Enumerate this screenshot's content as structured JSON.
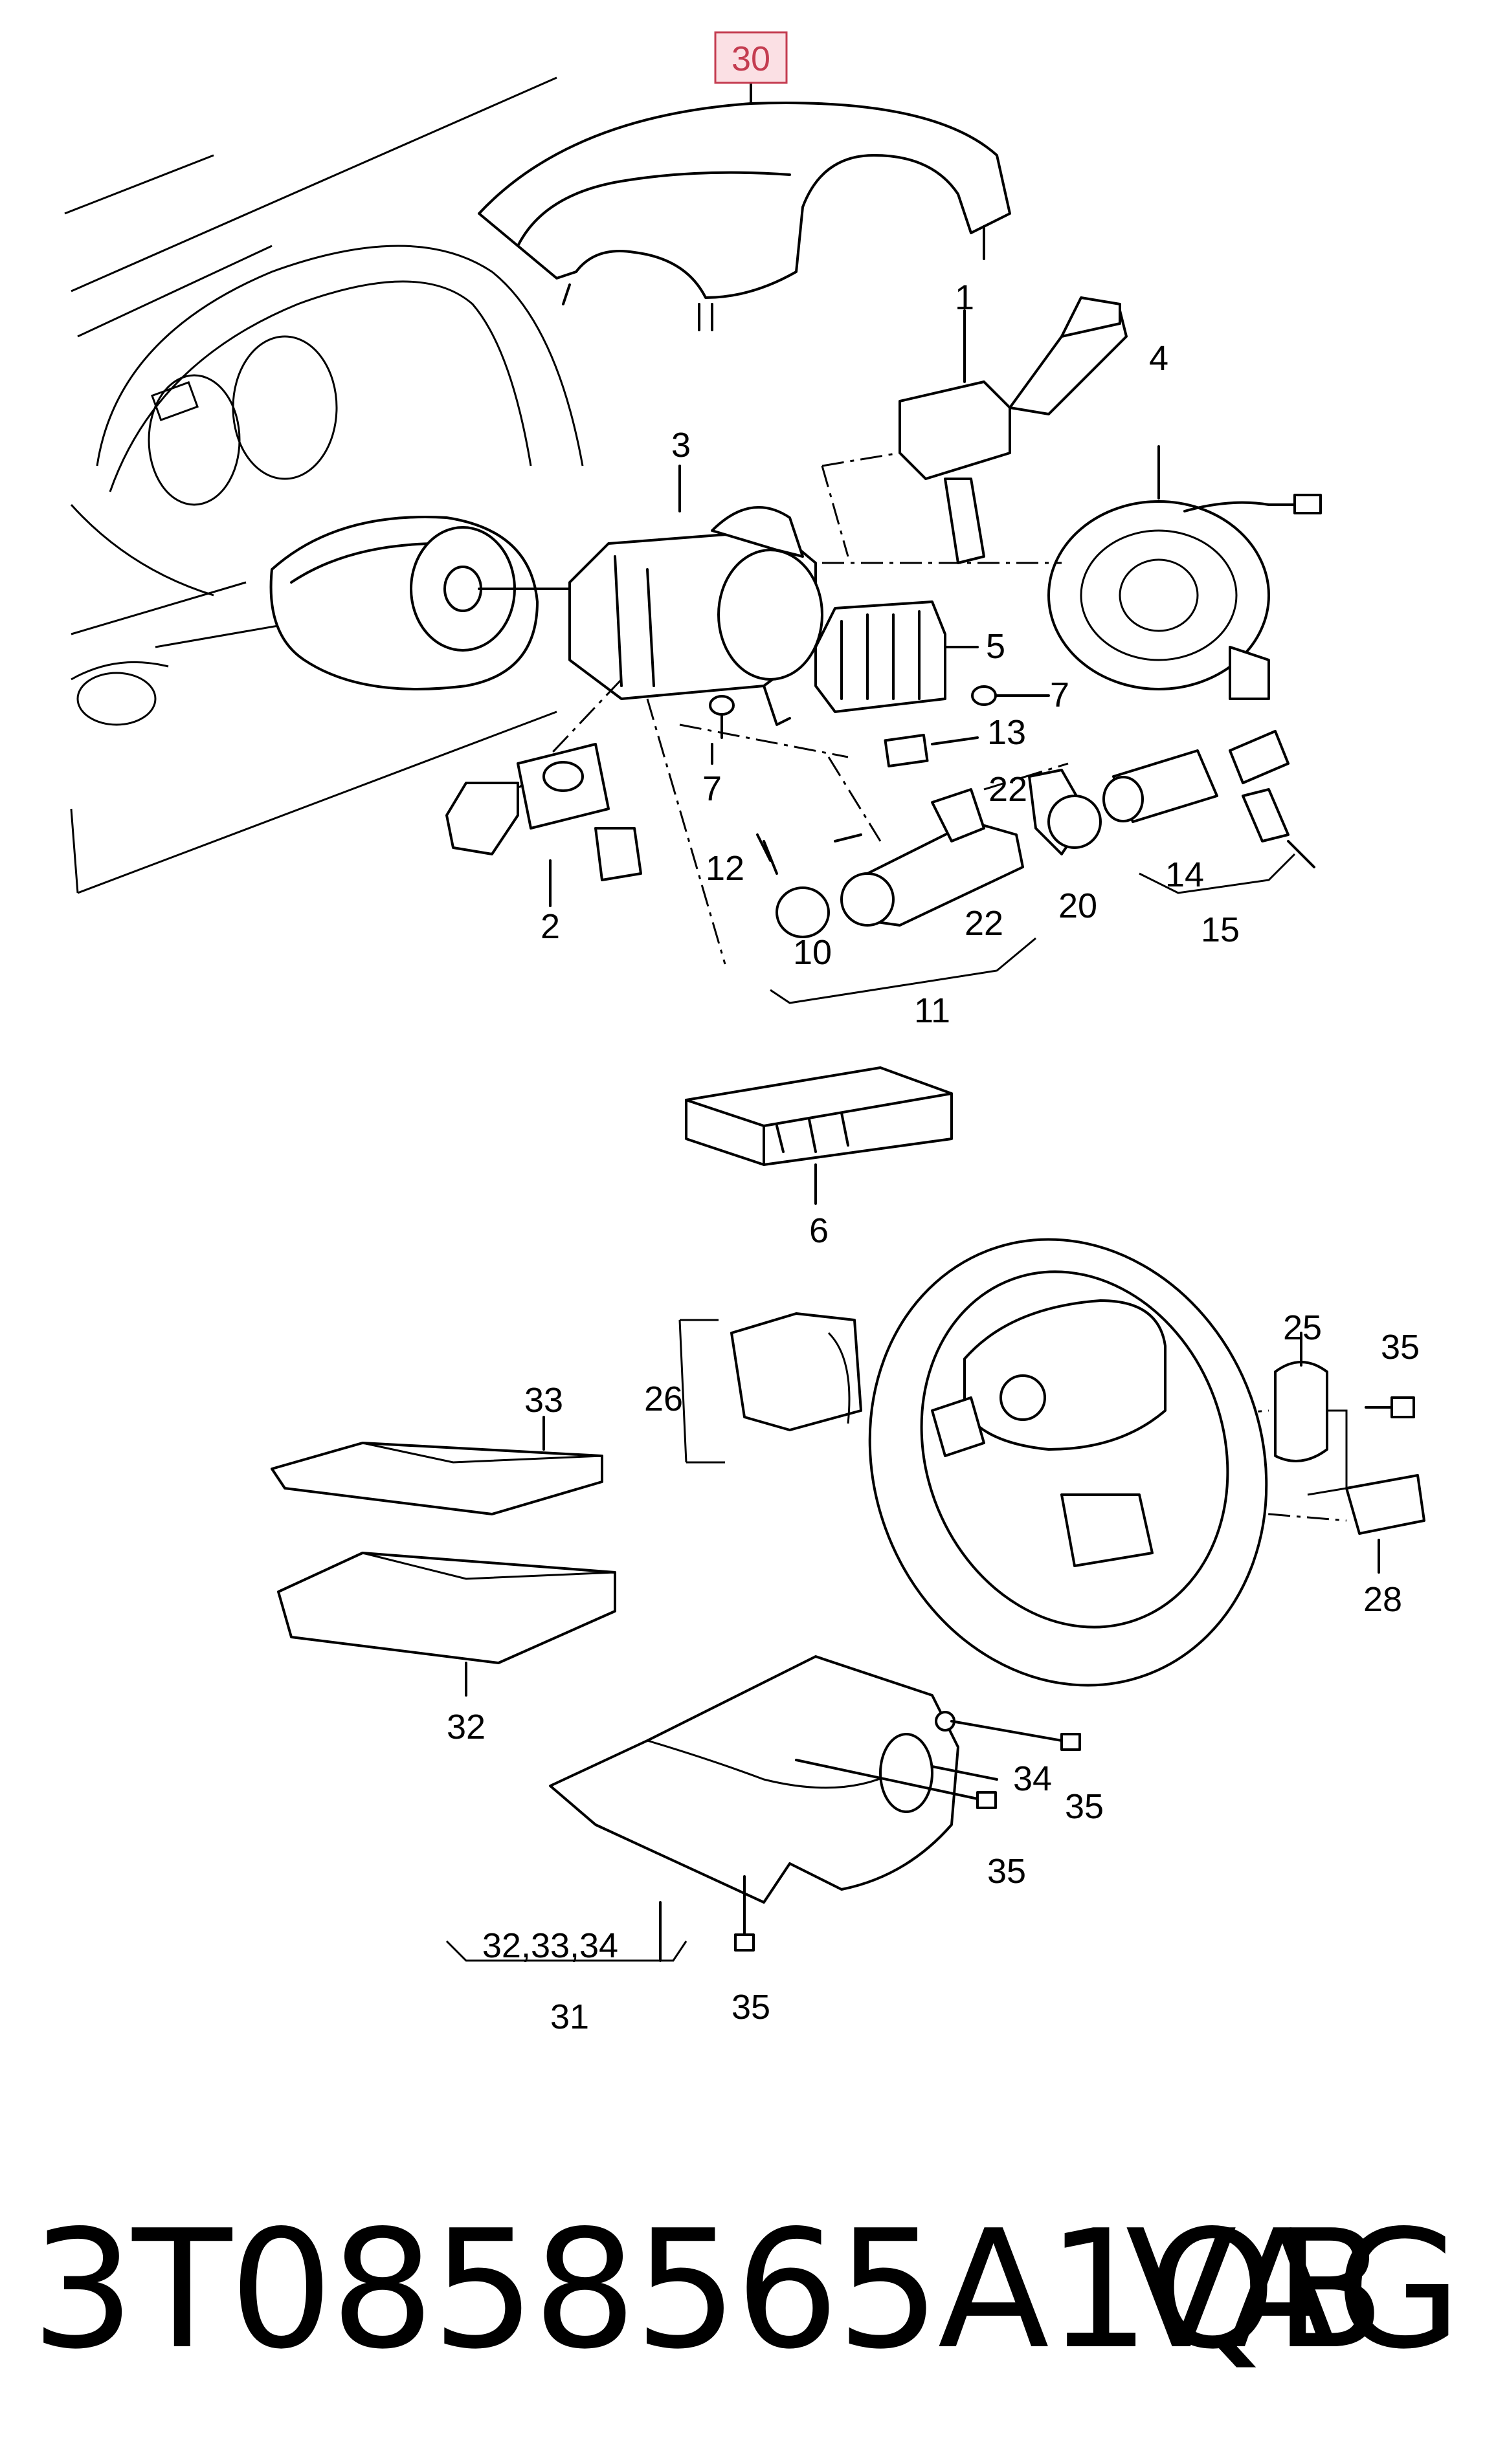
{
  "highlighted_label": "30",
  "callouts": [
    "1",
    "2",
    "3",
    "4",
    "5",
    "6",
    "7",
    "7",
    "10",
    "11",
    "12",
    "13",
    "14",
    "15",
    "20",
    "22",
    "22",
    "25",
    "26",
    "28",
    "31",
    "32",
    "32,33,34",
    "33",
    "34",
    "35",
    "35",
    "35",
    "35"
  ],
  "footer": {
    "part_number": "3T0858565A1QB",
    "brand": "VAG"
  },
  "colors": {
    "highlight_fill": "#fbe0e4",
    "highlight_stroke": "#c43c50",
    "line": "#000000"
  }
}
